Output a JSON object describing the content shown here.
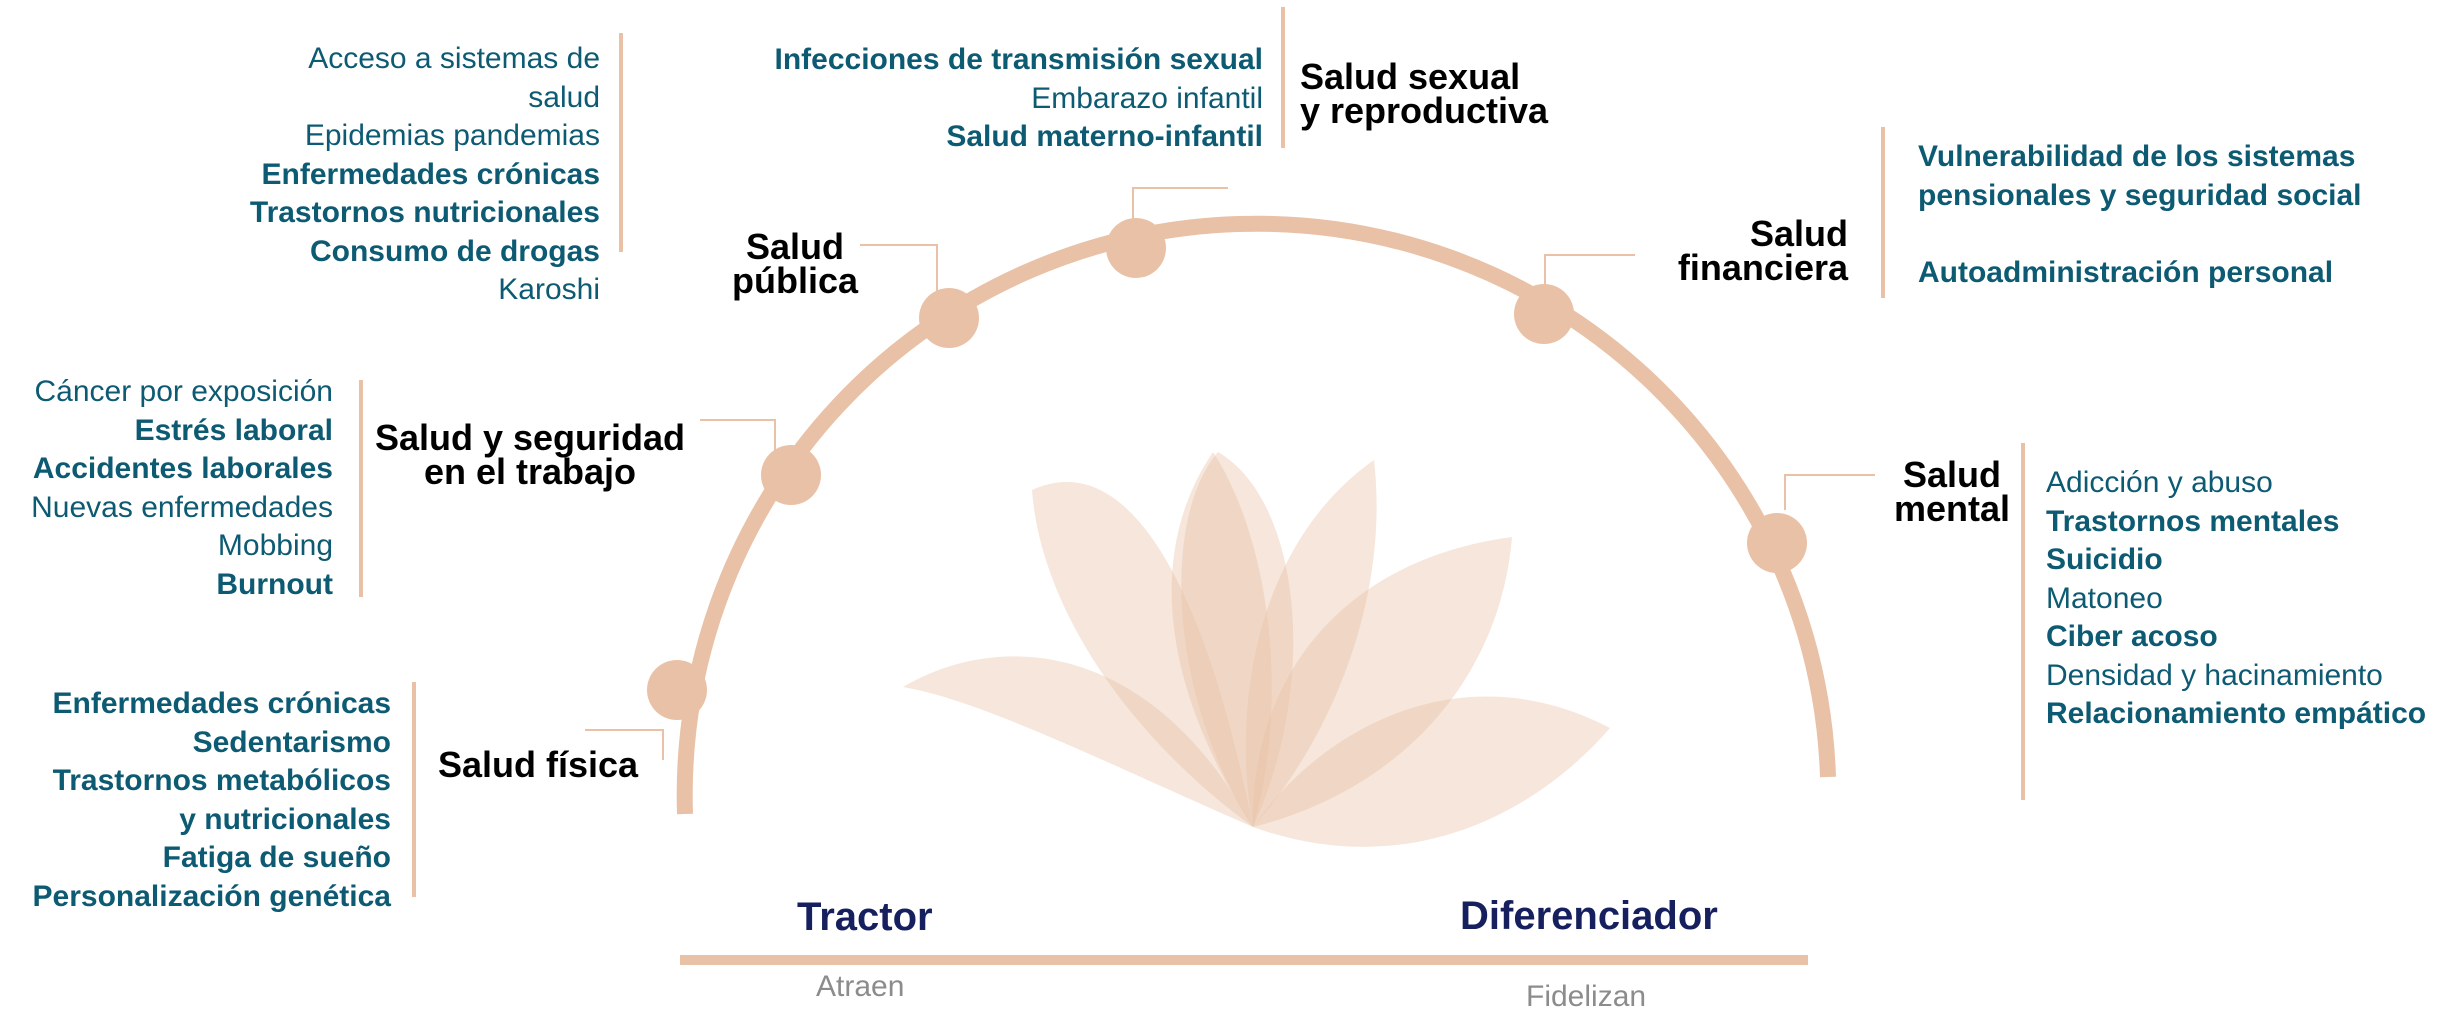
{
  "colors": {
    "accent": "#e9c1a6",
    "list_text": "#0d5a73",
    "category_text": "#000000",
    "bottom_title": "#16205e",
    "bottom_sub": "#8c8c8c"
  },
  "lists": {
    "publica": [
      {
        "text": "Acceso a sistemas de",
        "bold": false
      },
      {
        "text": "salud",
        "bold": false
      },
      {
        "text": "Epidemias pandemias",
        "bold": false
      },
      {
        "text": "Enfermedades crónicas",
        "bold": true
      },
      {
        "text": "Trastornos nutricionales",
        "bold": true
      },
      {
        "text": "Consumo de drogas",
        "bold": true
      },
      {
        "text": "Karoshi",
        "bold": false
      }
    ],
    "sexual": [
      {
        "text": "Infecciones de transmisión sexual",
        "bold": true
      },
      {
        "text": "Embarazo infantil",
        "bold": false
      },
      {
        "text": "Salud materno-infantil",
        "bold": true
      }
    ],
    "financiera": [
      {
        "text": "Vulnerabilidad de los sistemas",
        "bold": true
      },
      {
        "text": "pensionales y seguridad social",
        "bold": true
      },
      {
        "text": "",
        "bold": false
      },
      {
        "text": "Autoadministración  personal",
        "bold": true
      }
    ],
    "trabajo": [
      {
        "text": "Cáncer por exposición",
        "bold": false
      },
      {
        "text": "Estrés laboral",
        "bold": true
      },
      {
        "text": "Accidentes laborales",
        "bold": true
      },
      {
        "text": "Nuevas enfermedades",
        "bold": false
      },
      {
        "text": "Mobbing",
        "bold": false
      },
      {
        "text": "Burnout",
        "bold": true
      }
    ],
    "mental": [
      {
        "text": "Adicción y abuso",
        "bold": false
      },
      {
        "text": "Trastornos mentales",
        "bold": true
      },
      {
        "text": "Suicidio",
        "bold": true
      },
      {
        "text": "Matoneo",
        "bold": false
      },
      {
        "text": "Ciber acoso",
        "bold": true
      },
      {
        "text": "Densidad y hacinamiento",
        "bold": false
      },
      {
        "text": "Relacionamiento empático",
        "bold": true
      }
    ],
    "fisica": [
      {
        "text": "Enfermedades crónicas",
        "bold": true
      },
      {
        "text": "Sedentarismo",
        "bold": true
      },
      {
        "text": "Trastornos metabólicos",
        "bold": true
      },
      {
        "text": "y nutricionales",
        "bold": true
      },
      {
        "text": "Fatiga de sueño",
        "bold": true
      },
      {
        "text": "Personalización genética",
        "bold": true
      }
    ]
  },
  "categories": {
    "publica": {
      "line1": "Salud",
      "line2": "pública"
    },
    "sexual": {
      "line1": "Salud sexual",
      "line2": "y reproductiva"
    },
    "financiera": {
      "line1": "Salud",
      "line2": "financiera"
    },
    "trabajo": {
      "line1": "Salud y seguridad",
      "line2": "en el trabajo"
    },
    "mental": {
      "line1": "Salud",
      "line2": "mental"
    },
    "fisica": {
      "line1": "Salud física",
      "line2": ""
    }
  },
  "bottom": {
    "tractor": "Tractor",
    "diferenciador": "Diferenciador",
    "atraen": "Atraen",
    "fidelizan": "Fidelizan"
  }
}
